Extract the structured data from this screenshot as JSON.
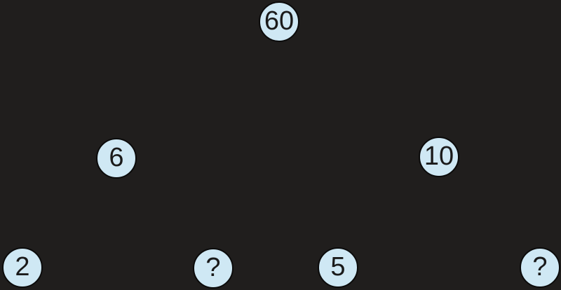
{
  "diagram": {
    "type": "factor-tree",
    "description": "Prime factor tree of 60 with two unknown leaves shown as question marks; no connecting lines visible on the dark background",
    "colors": {
      "background": "#201e1d",
      "node_fill": "#cfe8f4",
      "node_border": "#0b0b0b",
      "node_text": "#1a1a1a"
    },
    "nodes": [
      {
        "id": "root",
        "label": "60",
        "level": 0
      },
      {
        "id": "l1-left",
        "label": "6",
        "level": 1
      },
      {
        "id": "l1-right",
        "label": "10",
        "level": 1
      },
      {
        "id": "leaf-1",
        "label": "2",
        "level": 2
      },
      {
        "id": "leaf-2",
        "label": "?",
        "level": 2
      },
      {
        "id": "leaf-3",
        "label": "5",
        "level": 2
      },
      {
        "id": "leaf-4",
        "label": "?",
        "level": 2
      }
    ]
  }
}
